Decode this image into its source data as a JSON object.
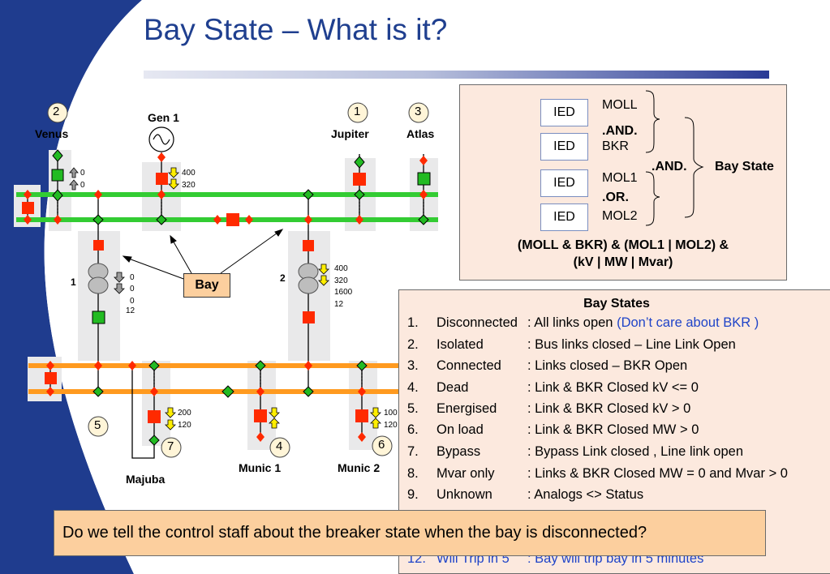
{
  "title": "Bay State – What is it?",
  "diagram": {
    "bay_label": "Bay",
    "stations": [
      {
        "num": "2",
        "name": "Venus"
      },
      {
        "num": "1",
        "name": "Jupiter"
      },
      {
        "num": "3",
        "name": "Atlas"
      },
      {
        "num": "5",
        "name": ""
      },
      {
        "num": "7",
        "name": "Majuba"
      },
      {
        "num": "4",
        "name": "Munic 1"
      },
      {
        "num": "6",
        "name": "Munic 2"
      }
    ],
    "gen_label": "Gen 1",
    "transformer_labels": [
      "1",
      "2"
    ],
    "values": {
      "venus": [
        "0",
        "0"
      ],
      "gen1": [
        "400",
        "320"
      ],
      "tx1": [
        "0",
        "0",
        "0",
        "12"
      ],
      "tx2": [
        "400",
        "320",
        "1600",
        "12"
      ],
      "majuba": [
        "200",
        "120"
      ],
      "munic2": [
        "100",
        "120"
      ]
    },
    "colors": {
      "upper_bus": "#33cc33",
      "lower_bus": "#ff9a1f",
      "closed": "#ff2a00",
      "open": "#22bb22"
    }
  },
  "logic": {
    "ieds": [
      "IED",
      "IED",
      "IED",
      "IED"
    ],
    "moll": "MOLL",
    "and1": ".AND.",
    "bkr": "BKR",
    "mol1": "MOL1",
    "or": ".OR.",
    "mol2": "MOL2",
    "and2": ".AND.",
    "bay_state": "Bay State",
    "formula_line1": "(MOLL &  BKR) & (MOL1 | MOL2) &",
    "formula_line2": "(kV | MW | Mvar)"
  },
  "bay_states": {
    "heading": "Bay States",
    "items": [
      {
        "num": "1.",
        "name": "Disconnected",
        "desc": ": All links open",
        "note": "(Don’t care about BKR )"
      },
      {
        "num": "2.",
        "name": "Isolated",
        "desc": ": Bus links closed – Line Link Open"
      },
      {
        "num": "3.",
        "name": "Connected",
        "desc": ": Links closed – BKR Open"
      },
      {
        "num": "4.",
        "name": "Dead",
        "desc": ": Link & BKR Closed kV <= 0"
      },
      {
        "num": "5.",
        "name": "Energised",
        "desc": ": Link & BKR Closed kV > 0"
      },
      {
        "num": "6.",
        "name": "On load",
        "desc": ": Link & BKR Closed MW > 0"
      },
      {
        "num": "7.",
        "name": "Bypass",
        "desc": ": Bypass Link closed , Line link open"
      },
      {
        "num": "8.",
        "name": "Mvar only",
        "desc": ": Links & BKR Closed MW = 0 and Mvar > 0"
      },
      {
        "num": "9.",
        "name": "Unknown",
        "desc": ": Analogs <> Status"
      }
    ],
    "last": {
      "num": "12.",
      "name": "Will Trip in 5",
      "desc": ": Bay will trip bay in 5 minutes"
    }
  },
  "question": "Do we tell the control staff about the breaker state when the bay is disconnected?"
}
